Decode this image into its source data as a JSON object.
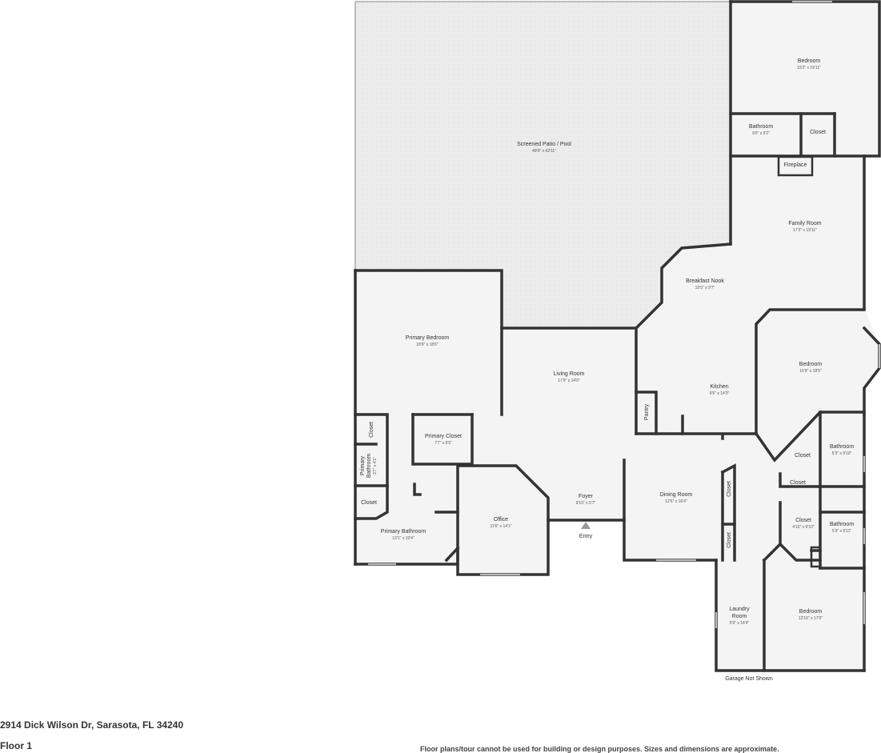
{
  "rooms": {
    "patio": {
      "name": "Screened Patio / Pool",
      "dim": "49'0\" x 42'11\""
    },
    "bedroom_ne": {
      "name": "Bedroom",
      "dim": "19'2\" x 19'11\""
    },
    "bathroom_ne": {
      "name": "Bathroom",
      "dim": "9'0\" x 5'2\""
    },
    "closet_ne": {
      "name": "Closet"
    },
    "fireplace": {
      "name": "Fireplace"
    },
    "family": {
      "name": "Family Room",
      "dim": "17'3\" x 19'11\""
    },
    "nook": {
      "name": "Breakfast Nook",
      "dim": "15'5\" x 9'7\""
    },
    "primary_bedroom": {
      "name": "Primary Bedroom",
      "dim": "18'9\" x 18'6\""
    },
    "living": {
      "name": "Living Room",
      "dim": "17'9\" x 14'0\""
    },
    "kitchen": {
      "name": "Kitchen",
      "dim": "9'5\" x 14'3\""
    },
    "pantry": {
      "name": "Pantry"
    },
    "bedroom_e": {
      "name": "Bedroom",
      "dim": "15'9\" x 18'5\""
    },
    "closet_pb1": {
      "name": "Closet"
    },
    "primary_closet": {
      "name": "Primary Closet",
      "dim": "7'7\" x 6'6\""
    },
    "primary_bath_small": {
      "name1": "Primary",
      "name2": "Bathroom",
      "dim": "3'7\" x 4'1\""
    },
    "closet_pb2": {
      "name": "Closet"
    },
    "primary_bathroom": {
      "name": "Primary Bathroom",
      "dim": "13'1\" x 19'4\""
    },
    "office": {
      "name": "Office",
      "dim": "11'6\" x 14'1\""
    },
    "foyer": {
      "name": "Foyer",
      "dim": "9'10\" x 5'7\""
    },
    "entry": {
      "name": "Entry"
    },
    "dining": {
      "name": "Dining Room",
      "dim": "12'6\" x 16'4\""
    },
    "closet_d1": {
      "name": "Closet"
    },
    "closet_d2": {
      "name": "Closet"
    },
    "closet_e1": {
      "name": "Closet"
    },
    "bathroom_e1": {
      "name": "Bathroom",
      "dim": "5'3\" x 9'10\""
    },
    "closet_e2": {
      "name": "Closet"
    },
    "closet_e3": {
      "name": "Closet",
      "dim": "4'10\" x 9'10\""
    },
    "bathroom_e2": {
      "name": "Bathroom",
      "dim": "5'3\" x 9'11\""
    },
    "laundry": {
      "name1": "Laundry",
      "name2": "Room",
      "dim": "5'9\" x 14'4\""
    },
    "bedroom_se": {
      "name": "Bedroom",
      "dim": "12'10\" x 17'0\""
    }
  },
  "notes": {
    "garage": "Garage Not Shown"
  },
  "footer": {
    "address": "2914 Dick Wilson Dr, Sarasota, FL 34240",
    "floor": "Floor 1",
    "disclaimer": "Floor plans/tour cannot be used for building or design purposes. Sizes and dimensions are approximate."
  },
  "colors": {
    "wall": "#333333",
    "floor": "#f4f4f4",
    "patio": "#ececec",
    "window": "#bbbbbb"
  }
}
